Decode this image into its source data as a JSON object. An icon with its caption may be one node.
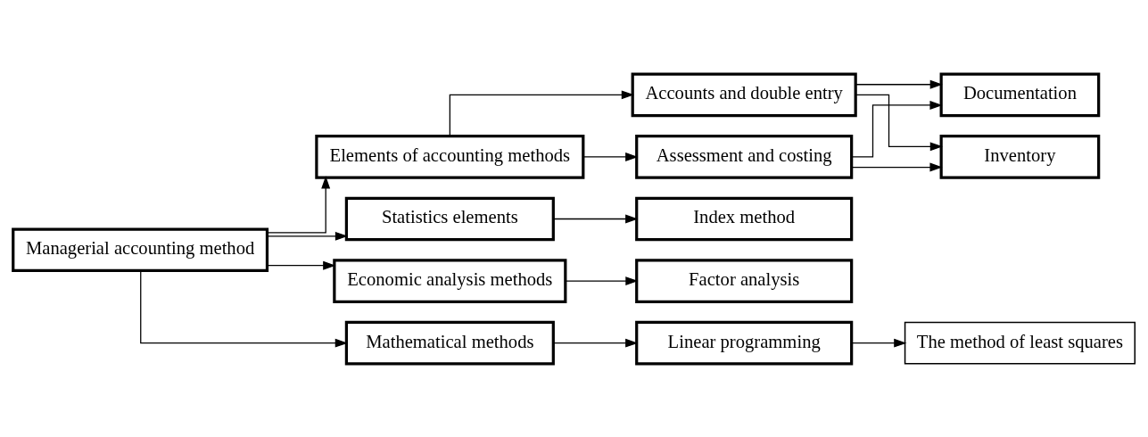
{
  "diagram": {
    "nodes": [
      {
        "text": [
          "Managerial accounting method"
        ]
      },
      {
        "text": [
          "Elements of accounting methods"
        ]
      },
      {
        "text": [
          "Accounts and double entry"
        ]
      },
      {
        "text": [
          "Assessment and costing"
        ]
      },
      {
        "text": [
          "Inventory"
        ]
      },
      {
        "text": [
          "Documentation"
        ]
      },
      {
        "text": [
          "Statistics elements"
        ]
      },
      {
        "text": [
          "Index method"
        ]
      },
      {
        "text": [
          "Economic analysis methods"
        ]
      },
      {
        "text": [
          "Factor analysis"
        ]
      },
      {
        "text": [
          "Mathematical methods"
        ]
      },
      {
        "text": [
          "Linear programming"
        ]
      },
      {
        "text": [
          "The method of least squares"
        ]
      }
    ],
    "edges": [
      {
        "from": 0,
        "to": 1,
        "arrow": "to"
      },
      {
        "from": 0,
        "to": 6,
        "arrow": "to"
      },
      {
        "from": 0,
        "to": 8,
        "arrow": "to"
      },
      {
        "from": 0,
        "to": 10,
        "arrow": "to"
      },
      {
        "from": 1,
        "to": 2,
        "arrow": "to"
      },
      {
        "from": 1,
        "to": 3,
        "arrow": "to"
      },
      {
        "from": 2,
        "to": 4,
        "arrow": "to"
      },
      {
        "from": 2,
        "to": 5,
        "arrow": "to"
      },
      {
        "from": 3,
        "to": 4,
        "arrow": "to"
      },
      {
        "from": 3,
        "to": 5,
        "arrow": "to"
      },
      {
        "from": 6,
        "to": 7,
        "arrow": "to"
      },
      {
        "from": 8,
        "to": 9,
        "arrow": "to"
      },
      {
        "from": 10,
        "to": 11,
        "arrow": "to"
      },
      {
        "from": 11,
        "to": 12,
        "arrow": "to"
      }
    ]
  }
}
